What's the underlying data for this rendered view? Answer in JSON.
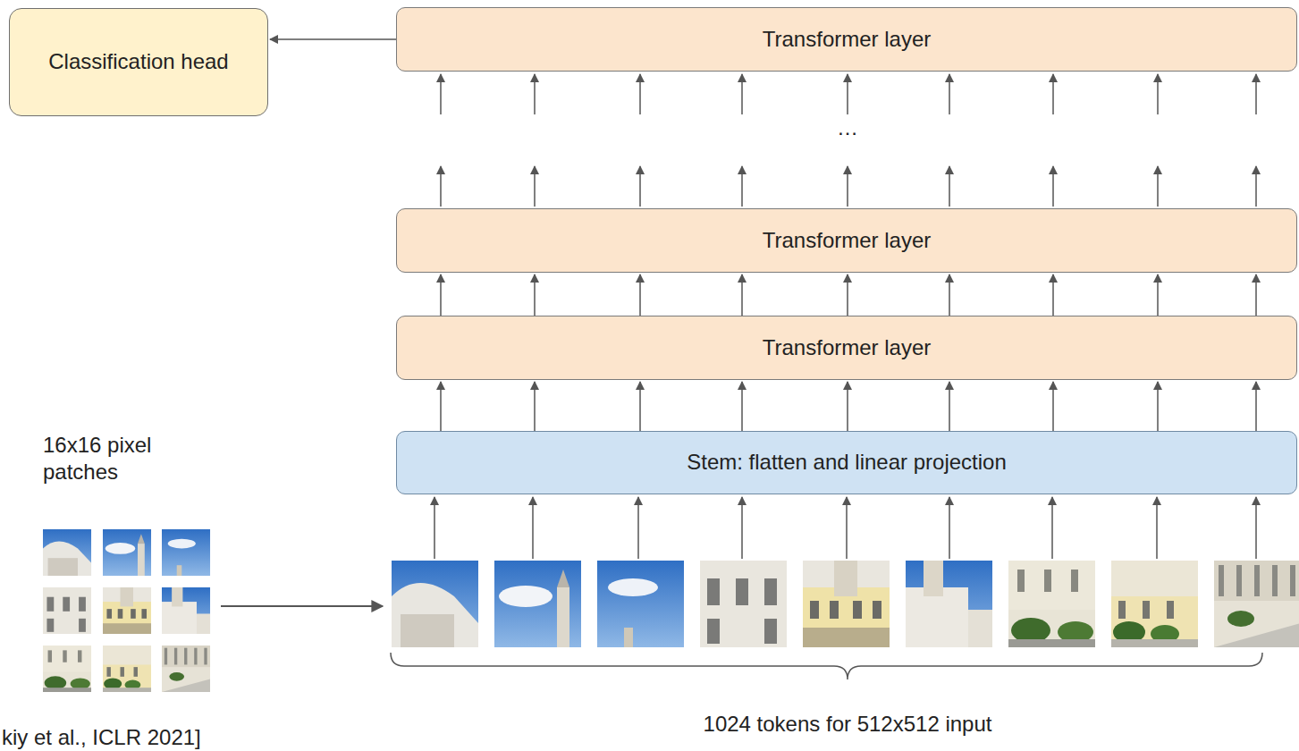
{
  "diagram": {
    "nodes": [
      {
        "text": [
          "Classification head"
        ]
      },
      {
        "text": [
          "Transformer layer"
        ]
      },
      {
        "text": [
          "Transformer layer"
        ]
      },
      {
        "text": [
          "Transformer layer"
        ]
      },
      {
        "text": [
          "Stem: flatten and linear projection"
        ]
      }
    ],
    "edges": [
      {
        "from": 1,
        "to": 0,
        "arrow": "to"
      },
      {
        "from": 4,
        "to": 3,
        "arrow": "to"
      },
      {
        "from": 4,
        "to": 3,
        "arrow": "to"
      },
      {
        "from": 4,
        "to": 3,
        "arrow": "to"
      },
      {
        "from": 4,
        "to": 3,
        "arrow": "to"
      },
      {
        "from": 4,
        "to": 3,
        "arrow": "to"
      },
      {
        "from": 4,
        "to": 3,
        "arrow": "to"
      },
      {
        "from": 4,
        "to": 3,
        "arrow": "to"
      },
      {
        "from": 4,
        "to": 3,
        "arrow": "to"
      },
      {
        "from": 4,
        "to": 3,
        "arrow": "to"
      },
      {
        "from": 3,
        "to": 2,
        "arrow": "to"
      },
      {
        "from": 3,
        "to": 2,
        "arrow": "to"
      },
      {
        "from": 3,
        "to": 2,
        "arrow": "to"
      },
      {
        "from": 3,
        "to": 2,
        "arrow": "to"
      },
      {
        "from": 3,
        "to": 2,
        "arrow": "to"
      },
      {
        "from": 3,
        "to": 2,
        "arrow": "to"
      },
      {
        "from": 3,
        "to": 2,
        "arrow": "to"
      },
      {
        "from": 3,
        "to": 2,
        "arrow": "to"
      },
      {
        "from": 3,
        "to": 2,
        "arrow": "to"
      }
    ],
    "labels": [
      "16x16 pixel patches",
      "…",
      "1024 tokens for 512x512 input",
      "kiy et al., ICLR 2021]"
    ]
  }
}
